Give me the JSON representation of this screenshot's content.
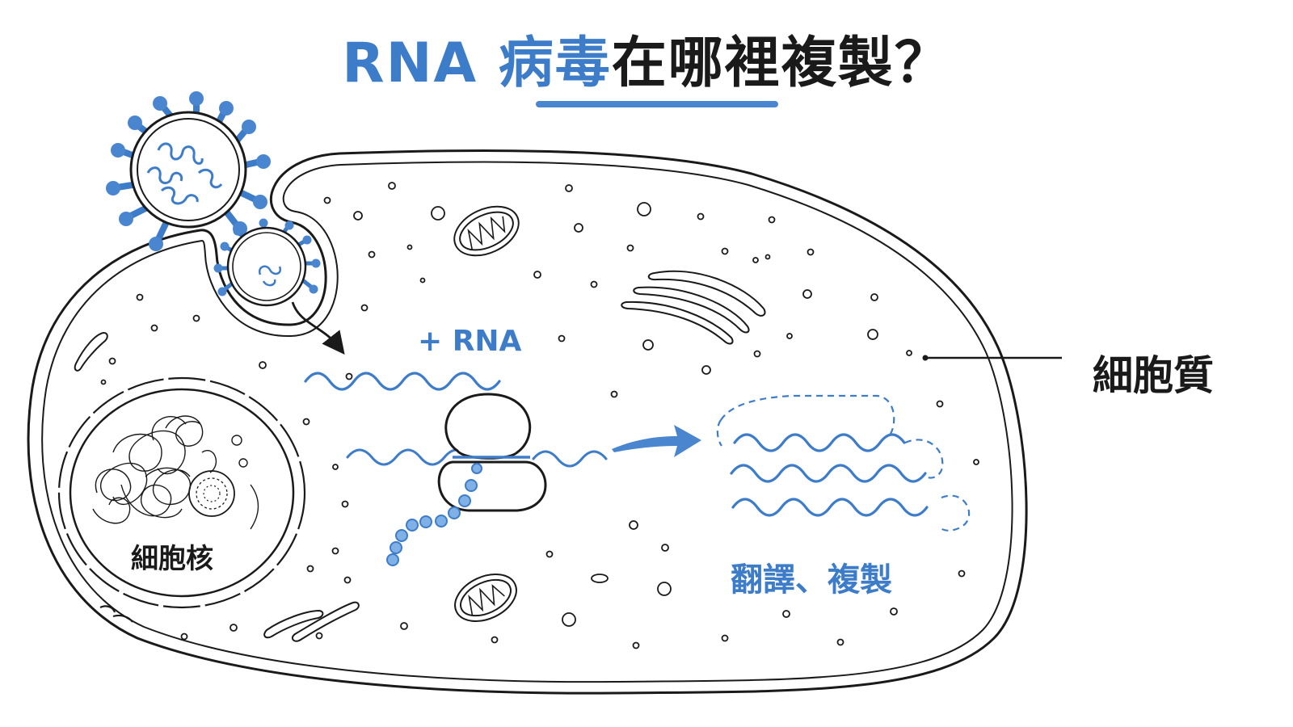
{
  "title": {
    "prefix": "RNA 病毒",
    "suffix": "在哪裡複製？"
  },
  "labels": {
    "nucleus": "細胞核",
    "cytoplasm": "細胞質",
    "positive_rna": "+ RNA",
    "translate_replicate": "翻譯、複製"
  },
  "colors": {
    "accent": "#3d7cc9",
    "line": "#1a1a1a"
  }
}
